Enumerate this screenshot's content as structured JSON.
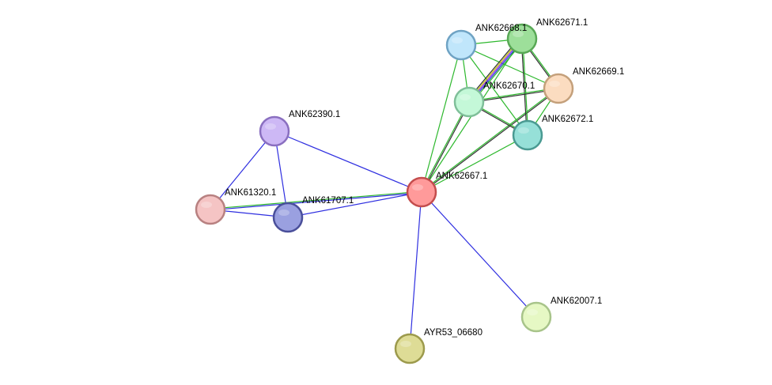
{
  "network": {
    "nodes": [
      {
        "id": "ANK62667.1",
        "fill": "#ff9a9a",
        "stroke": "#c44d4d"
      },
      {
        "id": "ANK62390.1",
        "fill": "#cdb8f5",
        "stroke": "#8a6fc0"
      },
      {
        "id": "ANK61320.1",
        "fill": "#f5c4c4",
        "stroke": "#b88181"
      },
      {
        "id": "ANK61707.1",
        "fill": "#9aa0e0",
        "stroke": "#4a4f9a"
      },
      {
        "id": "AYR53_06680",
        "fill": "#dedc96",
        "stroke": "#9c9a4c"
      },
      {
        "id": "ANK62007.1",
        "fill": "#e6f8c4",
        "stroke": "#a8c48a"
      },
      {
        "id": "ANK62668.1",
        "fill": "#c0e6fb",
        "stroke": "#6fa3c4"
      },
      {
        "id": "ANK62671.1",
        "fill": "#9ddf9a",
        "stroke": "#58a855"
      },
      {
        "id": "ANK62669.1",
        "fill": "#fbdcc0",
        "stroke": "#c4a07b"
      },
      {
        "id": "ANK62670.1",
        "fill": "#c4f8d8",
        "stroke": "#7fbf99"
      },
      {
        "id": "ANK62672.1",
        "fill": "#96e0d8",
        "stroke": "#4a9a92"
      }
    ],
    "edge_colors": {
      "blue": "#2f2fe0",
      "green": "#2db82d",
      "black": "#333333",
      "yellow": "#c8c800",
      "purple": "#8a2be2"
    },
    "edges": [
      {
        "source": "ANK62390.1",
        "target": "ANK62667.1",
        "channels": [
          "blue"
        ]
      },
      {
        "source": "ANK62390.1",
        "target": "ANK61320.1",
        "channels": [
          "blue"
        ]
      },
      {
        "source": "ANK62390.1",
        "target": "ANK61707.1",
        "channels": [
          "blue"
        ]
      },
      {
        "source": "ANK61320.1",
        "target": "ANK61707.1",
        "channels": [
          "blue"
        ]
      },
      {
        "source": "ANK61320.1",
        "target": "ANK62667.1",
        "channels": [
          "green",
          "blue"
        ]
      },
      {
        "source": "ANK61707.1",
        "target": "ANK62667.1",
        "channels": [
          "blue"
        ]
      },
      {
        "source": "ANK62667.1",
        "target": "AYR53_06680",
        "channels": [
          "blue"
        ]
      },
      {
        "source": "ANK62667.1",
        "target": "ANK62007.1",
        "channels": [
          "blue"
        ]
      },
      {
        "source": "ANK62667.1",
        "target": "ANK62668.1",
        "channels": [
          "green"
        ]
      },
      {
        "source": "ANK62667.1",
        "target": "ANK62671.1",
        "channels": [
          "green"
        ]
      },
      {
        "source": "ANK62667.1",
        "target": "ANK62670.1",
        "channels": [
          "green",
          "black"
        ]
      },
      {
        "source": "ANK62667.1",
        "target": "ANK62669.1",
        "channels": [
          "green",
          "black"
        ]
      },
      {
        "source": "ANK62667.1",
        "target": "ANK62672.1",
        "channels": [
          "green"
        ]
      },
      {
        "source": "ANK62668.1",
        "target": "ANK62671.1",
        "channels": [
          "green"
        ]
      },
      {
        "source": "ANK62668.1",
        "target": "ANK62670.1",
        "channels": [
          "green"
        ]
      },
      {
        "source": "ANK62668.1",
        "target": "ANK62669.1",
        "channels": [
          "green"
        ]
      },
      {
        "source": "ANK62668.1",
        "target": "ANK62672.1",
        "channels": [
          "green"
        ]
      },
      {
        "source": "ANK62671.1",
        "target": "ANK62670.1",
        "channels": [
          "green",
          "blue",
          "purple",
          "yellow",
          "black"
        ]
      },
      {
        "source": "ANK62671.1",
        "target": "ANK62669.1",
        "channels": [
          "green",
          "black"
        ]
      },
      {
        "source": "ANK62671.1",
        "target": "ANK62672.1",
        "channels": [
          "green",
          "black"
        ]
      },
      {
        "source": "ANK62670.1",
        "target": "ANK62669.1",
        "channels": [
          "green",
          "black"
        ]
      },
      {
        "source": "ANK62670.1",
        "target": "ANK62672.1",
        "channels": [
          "green",
          "black"
        ]
      },
      {
        "source": "ANK62669.1",
        "target": "ANK62672.1",
        "channels": [
          "green"
        ]
      }
    ]
  }
}
